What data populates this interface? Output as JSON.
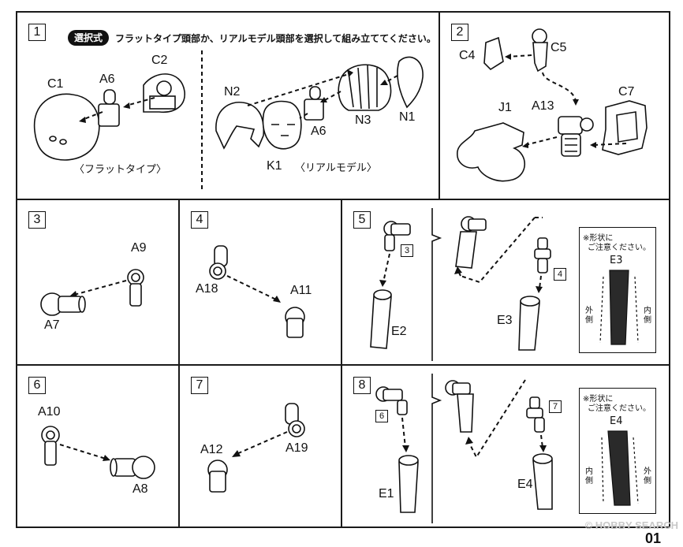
{
  "step1": {
    "number": "1",
    "badge": "選択式",
    "instruction": "フラットタイプ頭部か、リアルモデル頭部を選択して組み立ててください。",
    "labels": {
      "c1": "C1",
      "a6_flat": "A6",
      "c2": "C2",
      "n2": "N2",
      "k1": "K1",
      "a6_real": "A6",
      "n3": "N3",
      "n1": "N1"
    },
    "caption_flat": "〈フラットタイプ〉",
    "caption_real": "〈リアルモデル〉"
  },
  "step2": {
    "number": "2",
    "labels": {
      "c4": "C4",
      "c5": "C5",
      "j1": "J1",
      "a13": "A13",
      "c7": "C7"
    }
  },
  "step3": {
    "number": "3",
    "labels": {
      "a9": "A9",
      "a7": "A7"
    }
  },
  "step4": {
    "number": "4",
    "labels": {
      "a18": "A18",
      "a11": "A11"
    }
  },
  "step5": {
    "number": "5",
    "labels": {
      "e2": "E2",
      "e3": "E3"
    },
    "ref_a": "3",
    "ref_b": "4",
    "note": {
      "line1": "※形状に",
      "line2": "ご注意ください。",
      "part": "E3",
      "left": "外側",
      "right": "内側"
    }
  },
  "step6": {
    "number": "6",
    "labels": {
      "a10": "A10",
      "a8": "A8"
    }
  },
  "step7": {
    "number": "7",
    "labels": {
      "a12": "A12",
      "a19": "A19"
    }
  },
  "step8": {
    "number": "8",
    "labels": {
      "e1": "E1",
      "e4": "E4"
    },
    "ref_a": "6",
    "ref_b": "7",
    "note": {
      "line1": "※形状に",
      "line2": "ご注意ください。",
      "part": "E4",
      "left": "内側",
      "right": "外側"
    }
  },
  "footer": {
    "watermark": "© HOBBY SEARCH",
    "page": "01"
  }
}
